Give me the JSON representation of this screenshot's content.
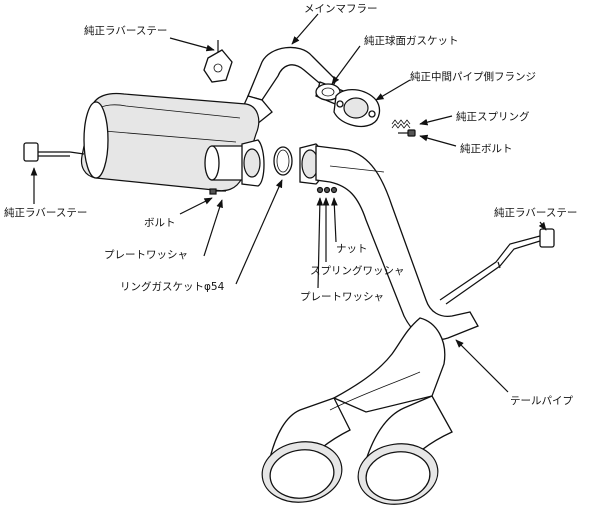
{
  "labels": {
    "main_muffler": "メインマフラー",
    "rubber_stay_top": "純正ラバーステー",
    "ball_gasket": "純正球面ガスケット",
    "mid_pipe_flange": "純正中間パイプ側フランジ",
    "spring": "純正スプリング",
    "oem_bolt": "純正ボルト",
    "rubber_stay_left": "純正ラバーステー",
    "rubber_stay_right": "純正ラバーステー",
    "bolt": "ボルト",
    "plate_washer_left": "プレートワッシャ",
    "ring_gasket": "リングガスケットφ54",
    "nut": "ナット",
    "spring_washer": "スプリングワッシャ",
    "plate_washer_right": "プレートワッシャ",
    "tail_pipe": "テールパイプ"
  }
}
